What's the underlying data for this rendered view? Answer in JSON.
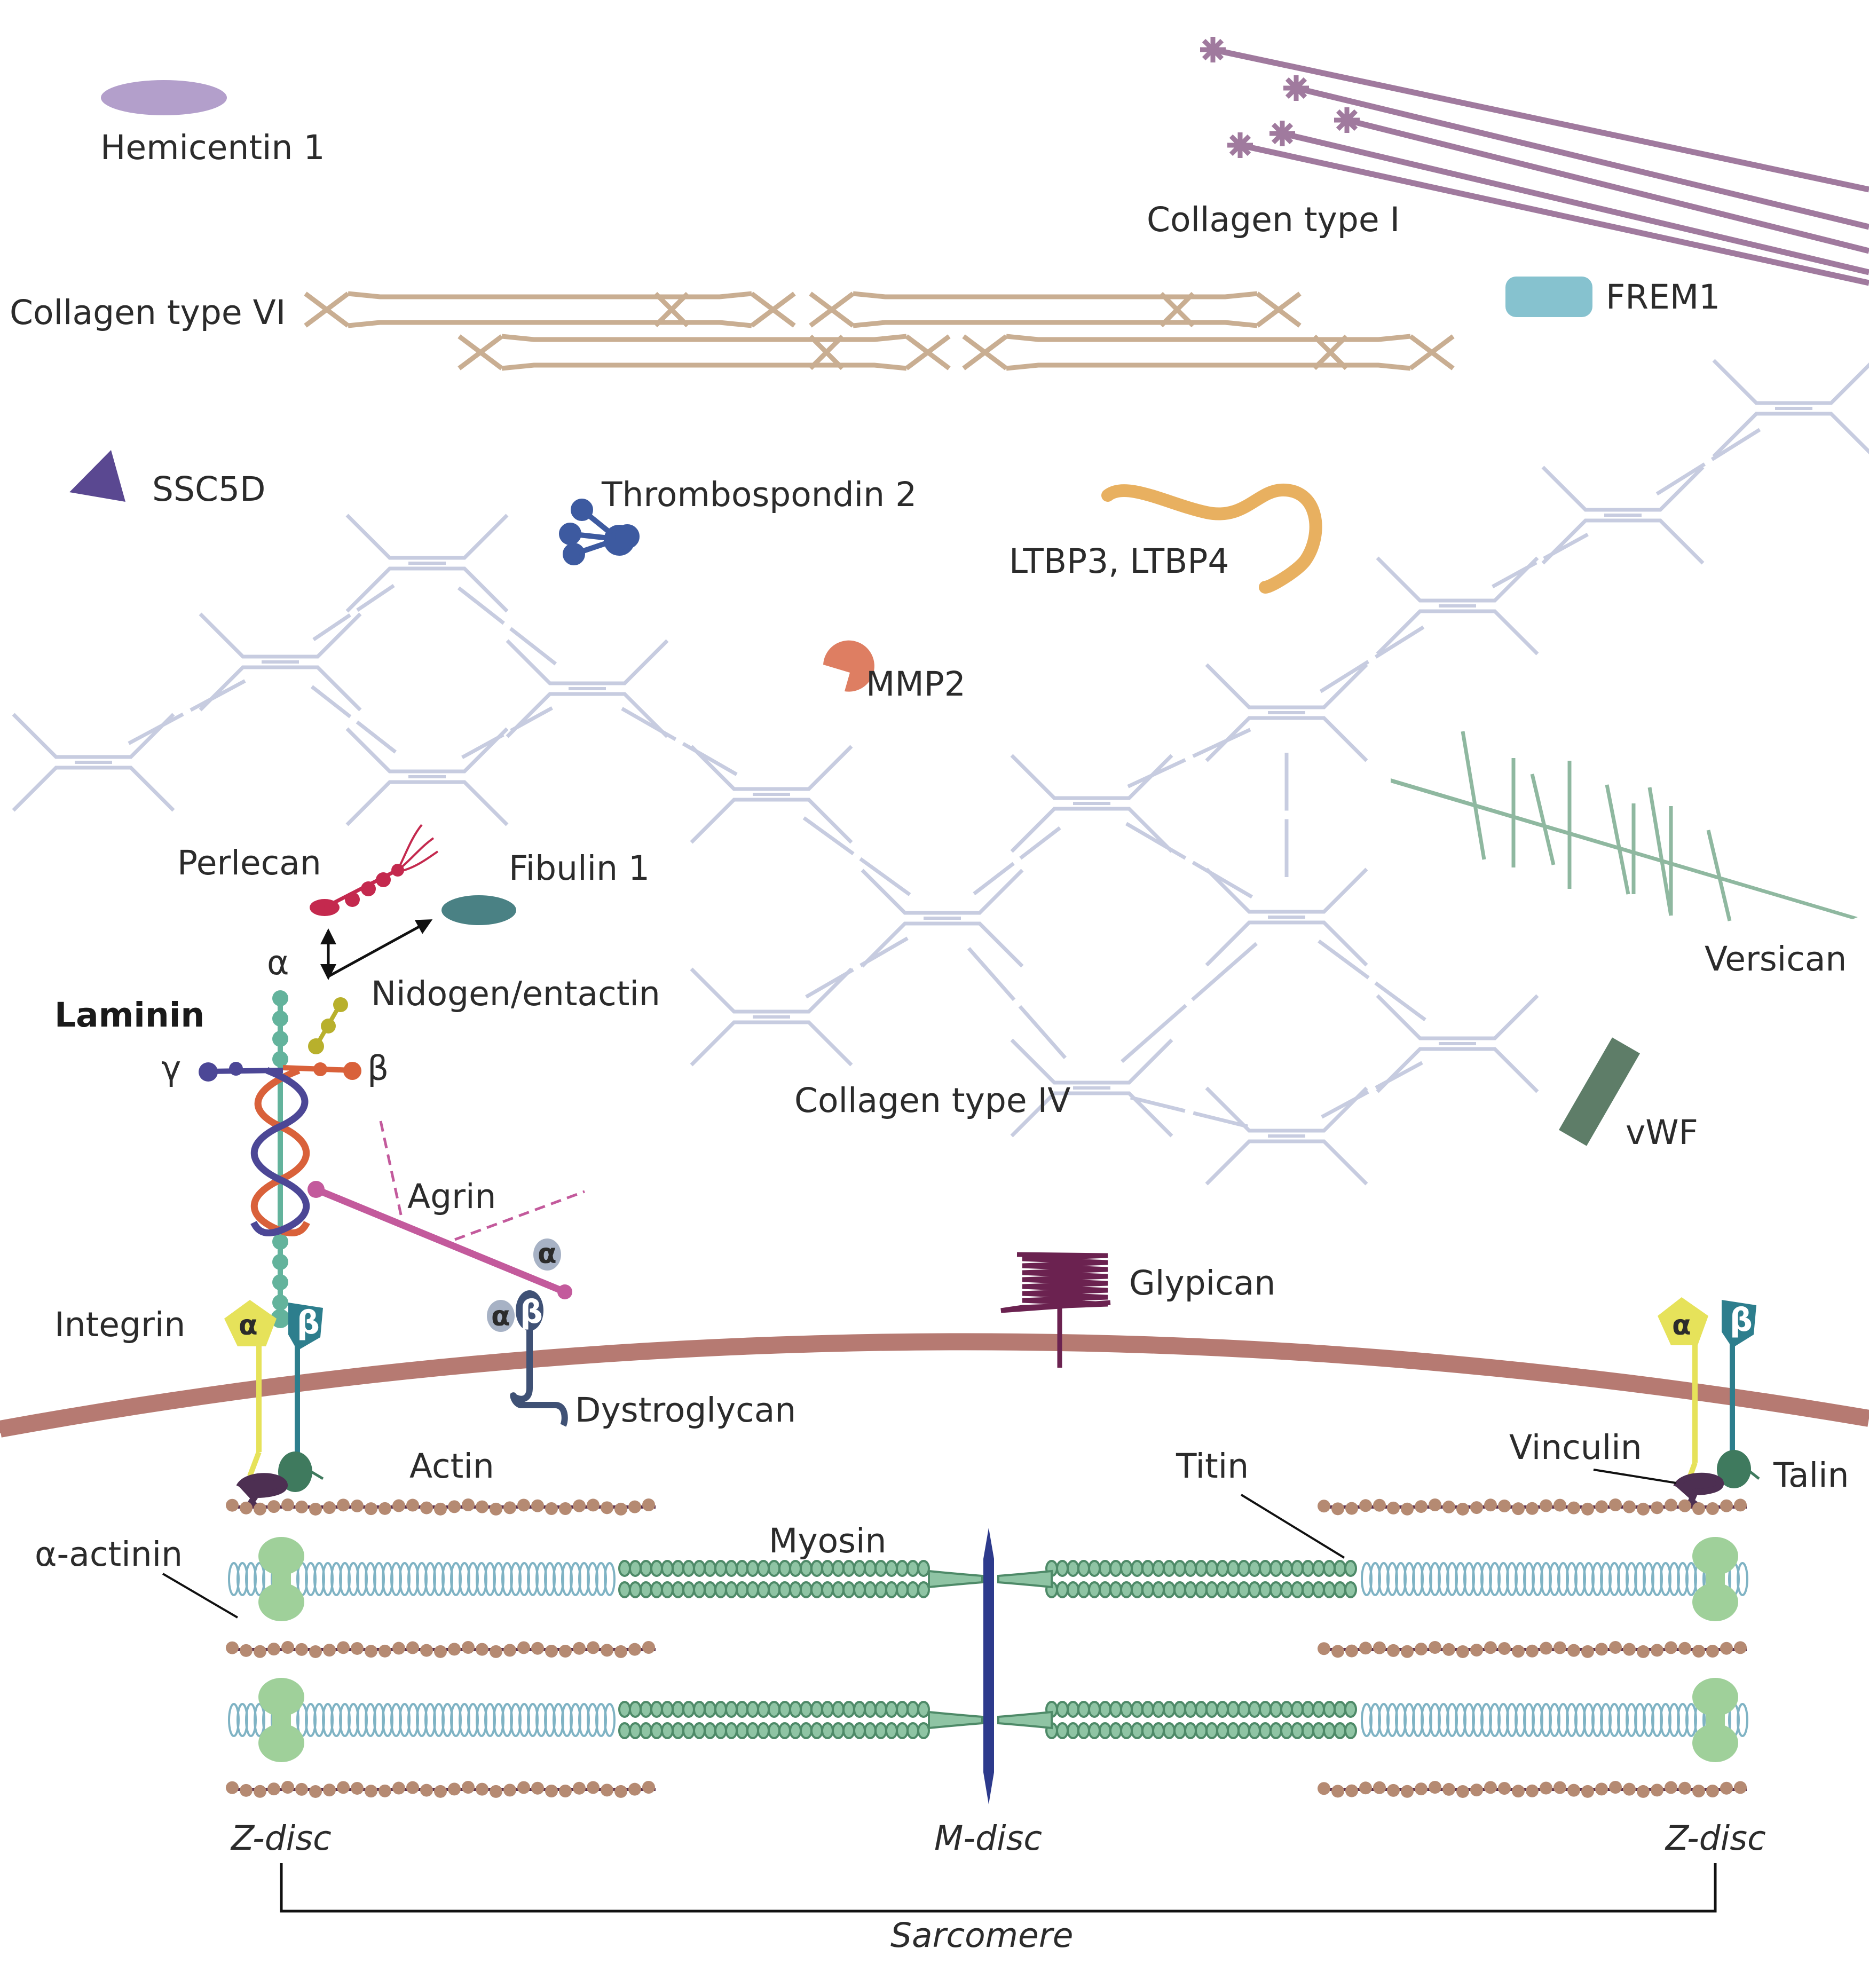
{
  "labels": {
    "hemicentin": "Hemicentin 1",
    "collagen_i": "Collagen type I",
    "collagen_vi": "Collagen type VI",
    "frem1": "FREM1",
    "ssc5d": "SSC5D",
    "thrombospondin": "Thrombospondin 2",
    "ltbp": "LTBP3, LTBP4",
    "mmp2": "MMP2",
    "perlecan": "Perlecan",
    "fibulin": "Fibulin 1",
    "nidogen": "Nidogen/entactin",
    "laminin": "Laminin",
    "versican": "Versican",
    "collagen_iv": "Collagen type IV",
    "vwf": "vWF",
    "agrin": "Agrin",
    "glypican": "Glypican",
    "integrin": "Integrin",
    "dystroglycan": "Dystroglycan",
    "actin": "Actin",
    "titin": "Titin",
    "vinculin": "Vinculin",
    "talin": "Talin",
    "myosin": "Myosin",
    "alpha_actinin": "α-actinin",
    "z_disc_left": "Z-disc",
    "m_disc": "M-disc",
    "z_disc_right": "Z-disc",
    "sarcomere": "Sarcomere"
  },
  "laminin_chains": {
    "alpha": "α",
    "beta": "β",
    "gamma": "γ"
  },
  "subunit_glyphs": {
    "alpha": "α",
    "beta": "β"
  },
  "colors": {
    "hemicentin": "#b39fcb",
    "collagen_i": "#a07a9e",
    "collagen_vi": "#c9ae92",
    "frem1": "#86c2cf",
    "ssc5d": "#5a4891",
    "thrombospondin": "#3d5aa0",
    "ltbp": "#e8b060",
    "mmp2": "#de7e62",
    "collagen_iv": "#c7cce0",
    "versican": "#8fb8a0",
    "vwf": "#5e7d68",
    "perlecan": "#c4294e",
    "fibulin": "#4a8184",
    "nidogen": "#b8b02c",
    "laminin_alpha": "#63b39c",
    "laminin_beta": "#d9613a",
    "laminin_gamma": "#4c4796",
    "agrin": "#c35a9c",
    "dystroglycan": "#3f5175",
    "glypican": "#6b2250",
    "membrane": "#b67a72",
    "integrin_alpha": "#e6e25a",
    "integrin_beta": "#2d7e8d",
    "talin": "#3f7a5e",
    "vinculin": "#4d2f52",
    "actin": "#b58a72",
    "titin": "#7fb3c4",
    "myosin": "#6faa8a",
    "alpha_actinin": "#9fd09a",
    "m_disc": "#2d3a8c"
  }
}
